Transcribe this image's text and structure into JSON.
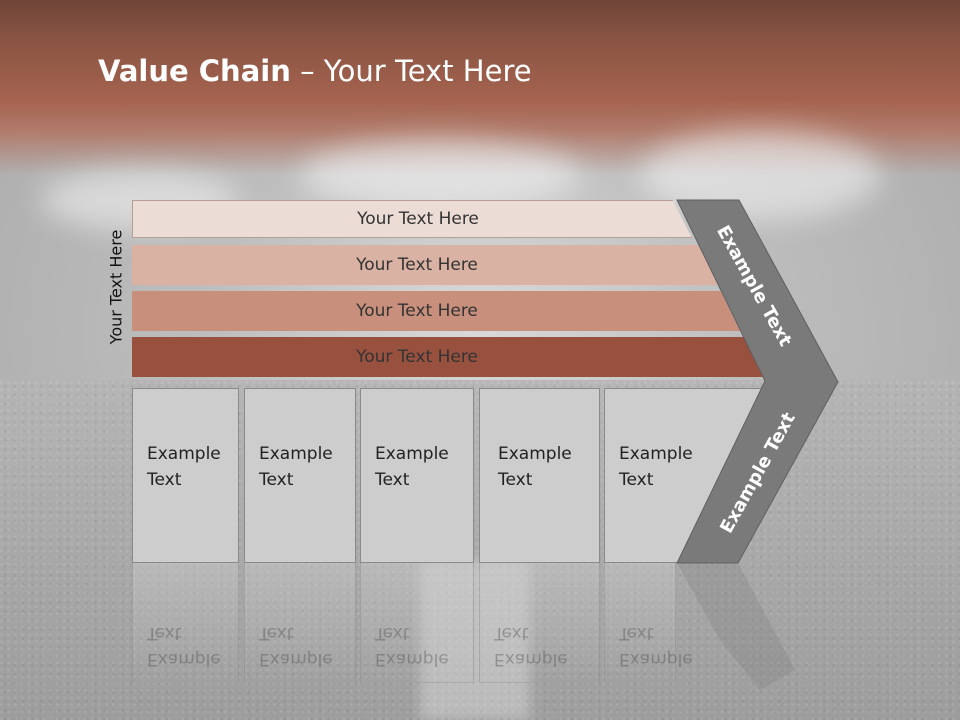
{
  "title": {
    "bold": "Value Chain",
    "rest": " – Your Text Here"
  },
  "side_label": "Your Text Here",
  "bars": [
    {
      "label": "Your Text Here",
      "color": "#ecdcd6"
    },
    {
      "label": "Your Text Here",
      "color": "#d9b2a4"
    },
    {
      "label": "Your Text Here",
      "color": "#c78f7c"
    },
    {
      "label": "Your Text Here",
      "color": "#98513f"
    }
  ],
  "boxes": [
    {
      "line1": "Example",
      "line2": "Text"
    },
    {
      "line1": "Example",
      "line2": "Text"
    },
    {
      "line1": "Example",
      "line2": "Text"
    },
    {
      "line1": "Example",
      "line2": "Text"
    },
    {
      "line1": "Example",
      "line2": "Text"
    }
  ],
  "chevron": {
    "upper_label": "Example Text",
    "lower_label": "Example Text",
    "color": "#7a7a7a"
  },
  "colors": {
    "title_band": "#a5634f",
    "box_fill": "#cdcdcd"
  }
}
